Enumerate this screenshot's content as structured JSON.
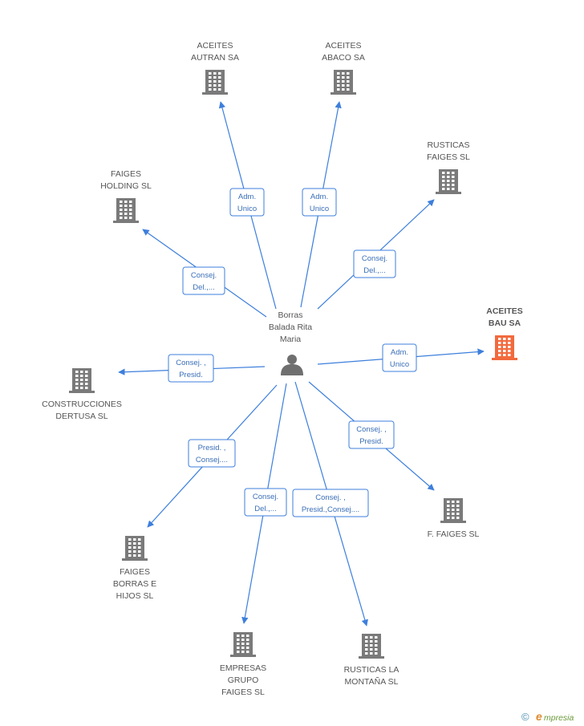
{
  "center": {
    "name_lines": [
      "Borras",
      "Balada Rita",
      "Maria"
    ],
    "icon": "person-icon"
  },
  "nodes": [
    {
      "id": "aceites-autran",
      "lines": [
        "ACEITES",
        "AUTRAN SA"
      ],
      "role": [
        "Adm.",
        "Unico"
      ],
      "highlight": false
    },
    {
      "id": "aceites-abaco",
      "lines": [
        "ACEITES",
        "ABACO SA"
      ],
      "role": [
        "Adm.",
        "Unico"
      ],
      "highlight": false
    },
    {
      "id": "rusticas-faiges",
      "lines": [
        "RUSTICAS",
        "FAIGES SL"
      ],
      "role": [
        "Consej.",
        "Del.,..."
      ],
      "highlight": false
    },
    {
      "id": "faiges-holding",
      "lines": [
        "FAIGES",
        "HOLDING SL"
      ],
      "role": [
        "Consej.",
        "Del.,..."
      ],
      "highlight": false
    },
    {
      "id": "aceites-bau",
      "lines": [
        "ACEITES",
        "BAU SA"
      ],
      "role": [
        "Adm.",
        "Unico"
      ],
      "highlight": true
    },
    {
      "id": "construcciones-dertusa",
      "lines": [
        "CONSTRUCCIONES",
        "DERTUSA SL"
      ],
      "role": [
        "Consej. ,",
        "Presid."
      ],
      "highlight": false
    },
    {
      "id": "f-faiges",
      "lines": [
        "F.  FAIGES  SL"
      ],
      "role": [
        "Consej. ,",
        "Presid."
      ],
      "highlight": false
    },
    {
      "id": "faiges-borras",
      "lines": [
        "FAIGES",
        "BORRAS E",
        "HIJOS SL"
      ],
      "role": [
        "Presid. ,",
        "Consej...."
      ],
      "highlight": false
    },
    {
      "id": "empresas-grupo",
      "lines": [
        "EMPRESAS",
        "GRUPO",
        "FAIGES SL"
      ],
      "role": [
        "Consej.",
        "Del.,..."
      ],
      "highlight": false
    },
    {
      "id": "rusticas-montana",
      "lines": [
        "RUSTICAS LA",
        "MONTAÑA SL"
      ],
      "role": [
        "Consej. ,",
        "Presid.,Consej...."
      ],
      "highlight": false
    }
  ],
  "colors": {
    "edge": "#3d7fdc",
    "building": "#7a7a7a",
    "building_highlight": "#f26a3d"
  },
  "footer": {
    "copyright_symbol": "©",
    "brand_initial": "e",
    "brand_rest": "mpresia"
  }
}
